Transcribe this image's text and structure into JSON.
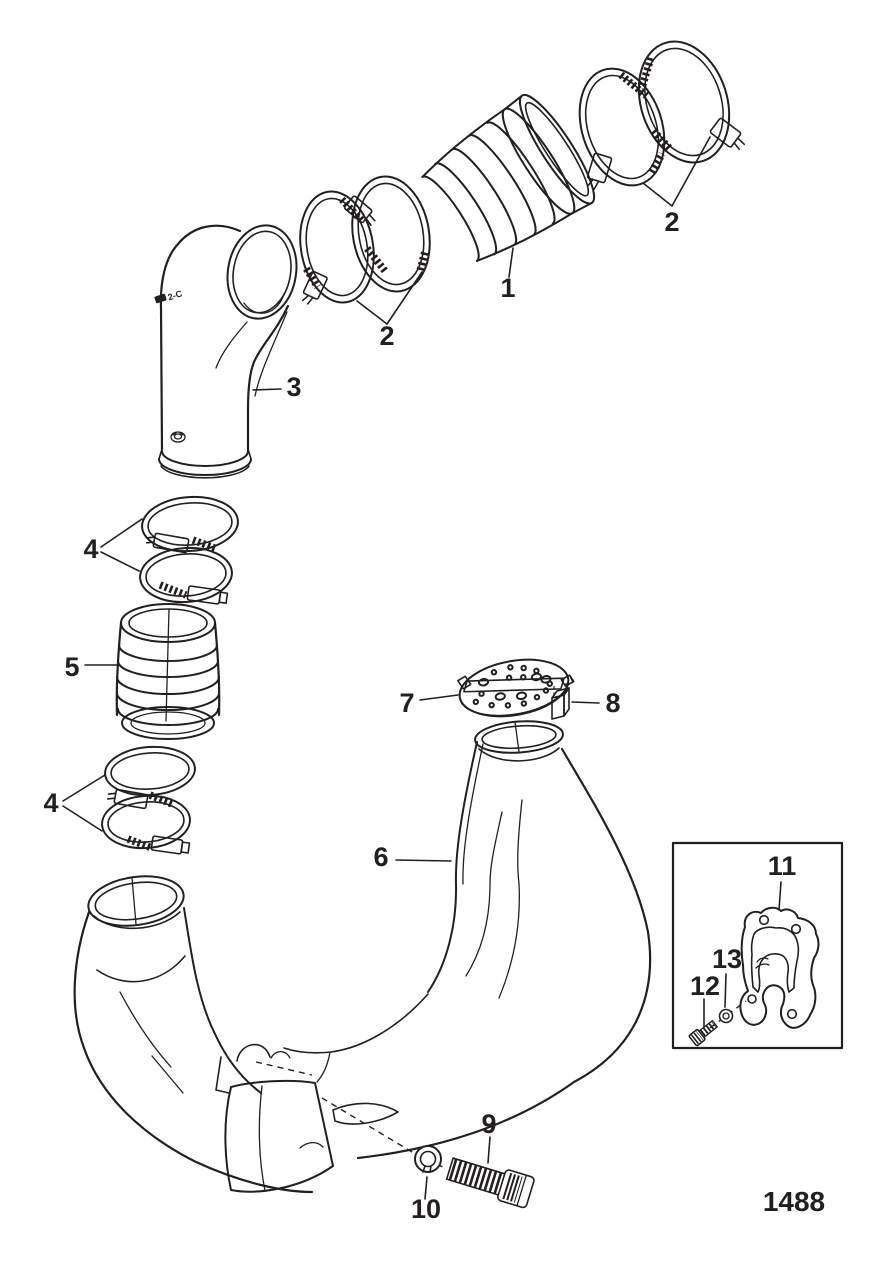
{
  "figure": {
    "number": "1488"
  },
  "callouts": {
    "part1": "1",
    "part2_upper": "2",
    "part2_lower": "2",
    "part3": "3",
    "part4_upper": "4",
    "part4_lower": "4",
    "part5": "5",
    "part6": "6",
    "part7": "7",
    "part8": "8",
    "part9": "9",
    "part10": "10",
    "part11": "11",
    "part12": "12",
    "part13": "13"
  },
  "markings": {
    "elbow_casting_mark": "2-C"
  },
  "style": {
    "line_color": "#231f20",
    "background": "#ffffff"
  }
}
